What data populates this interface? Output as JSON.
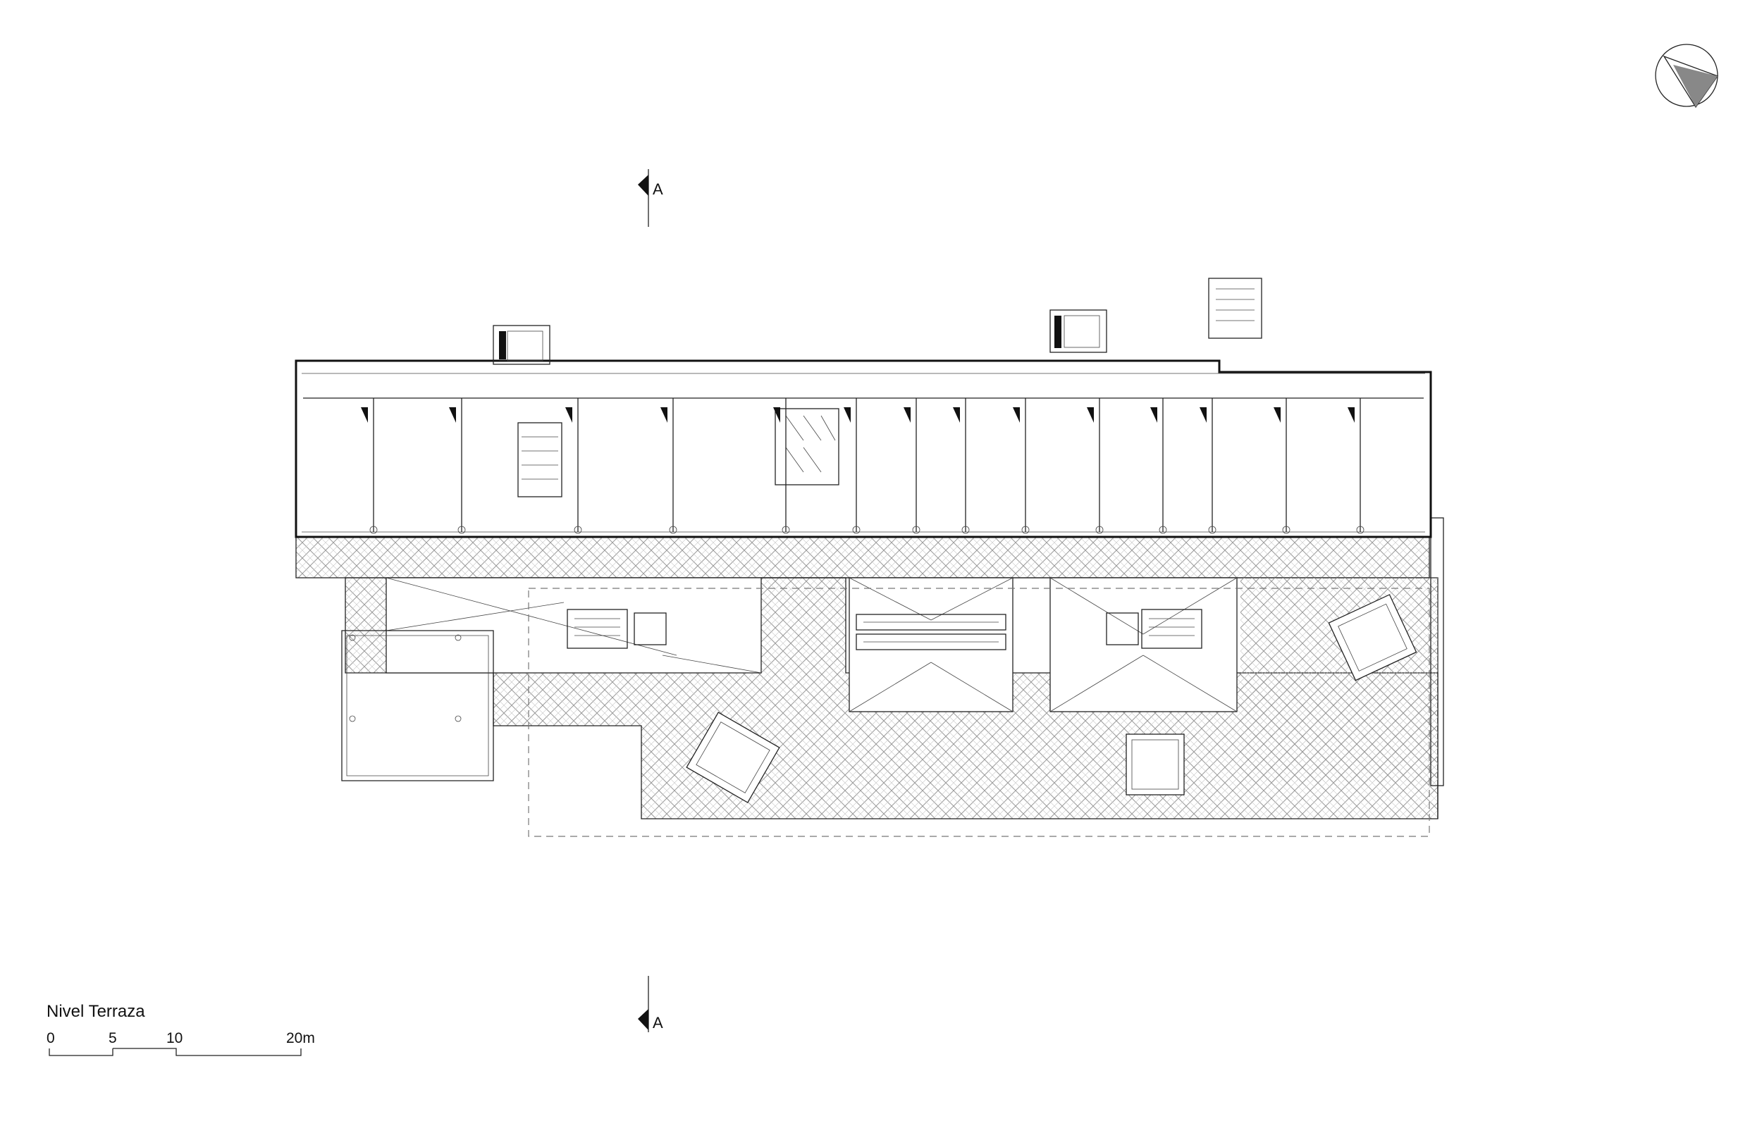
{
  "drawing": {
    "title": "Nivel Terraza",
    "section_marker": "A",
    "scale_bar": {
      "labels": [
        "0",
        "5",
        "10",
        "20m"
      ],
      "values_m": [
        0,
        5,
        10,
        20
      ]
    }
  },
  "icons": {
    "north_arrow": "north-arrow-icon",
    "section_cut": "section-cut-icon"
  },
  "colors": {
    "line": "#222222",
    "background": "#ffffff",
    "paving": "#9a9a9a"
  }
}
